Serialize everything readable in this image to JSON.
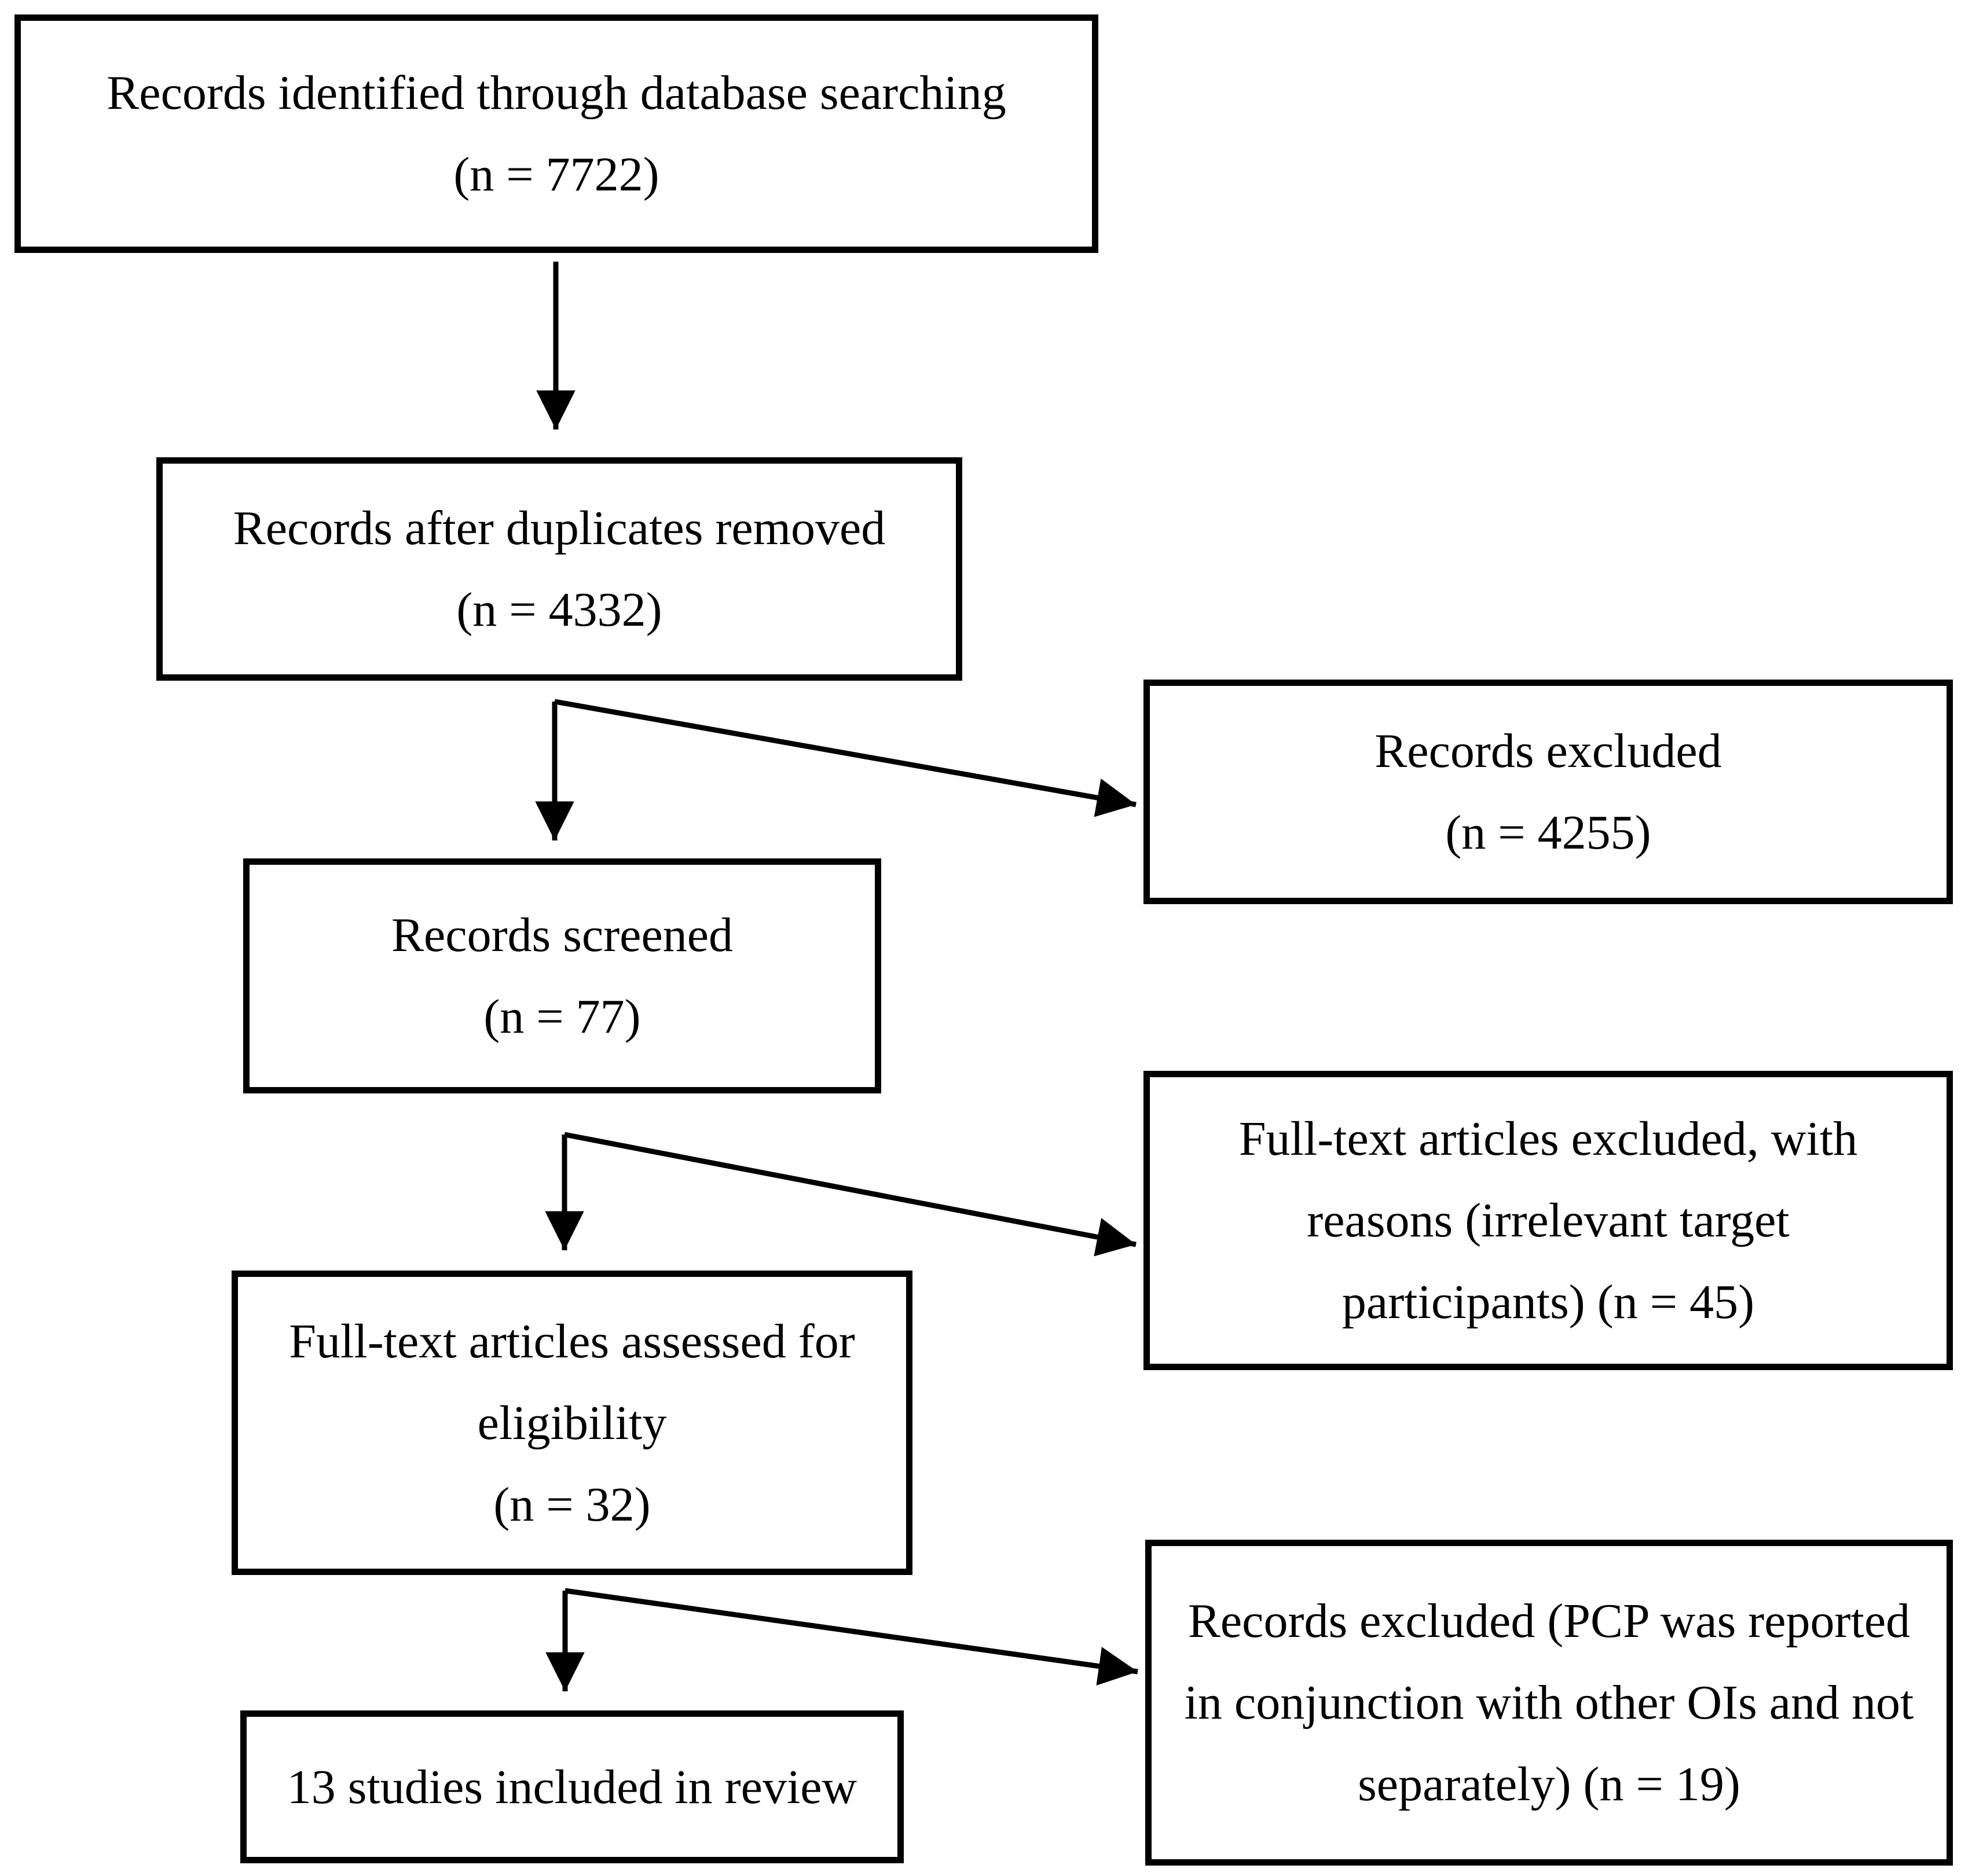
{
  "flowchart": {
    "boxes": {
      "identified": {
        "lines": [
          "Records identified through database searching",
          "(n = 7722)"
        ]
      },
      "deduplicated": {
        "lines": [
          "Records after duplicates removed",
          "(n = 4332)"
        ]
      },
      "records_excluded": {
        "lines": [
          "Records excluded",
          "(n = 4255)"
        ]
      },
      "screened": {
        "lines": [
          "Records screened",
          "(n = 77)"
        ]
      },
      "fulltext_excluded": {
        "lines": [
          "Full-text articles excluded, with",
          "reasons (irrelevant target",
          "participants) (n = 45)"
        ]
      },
      "fulltext_assessed": {
        "lines": [
          "Full-text articles assessed for",
          "eligibility",
          "(n = 32)"
        ]
      },
      "pcp_excluded": {
        "lines": [
          "Records excluded (PCP was reported",
          "in conjunction with other OIs and not",
          "separately) (n = 19)"
        ]
      },
      "included": {
        "lines": [
          "13 studies included in review"
        ]
      }
    },
    "colors": {
      "line": "#000000",
      "text": "#000000",
      "background": "#ffffff"
    }
  }
}
